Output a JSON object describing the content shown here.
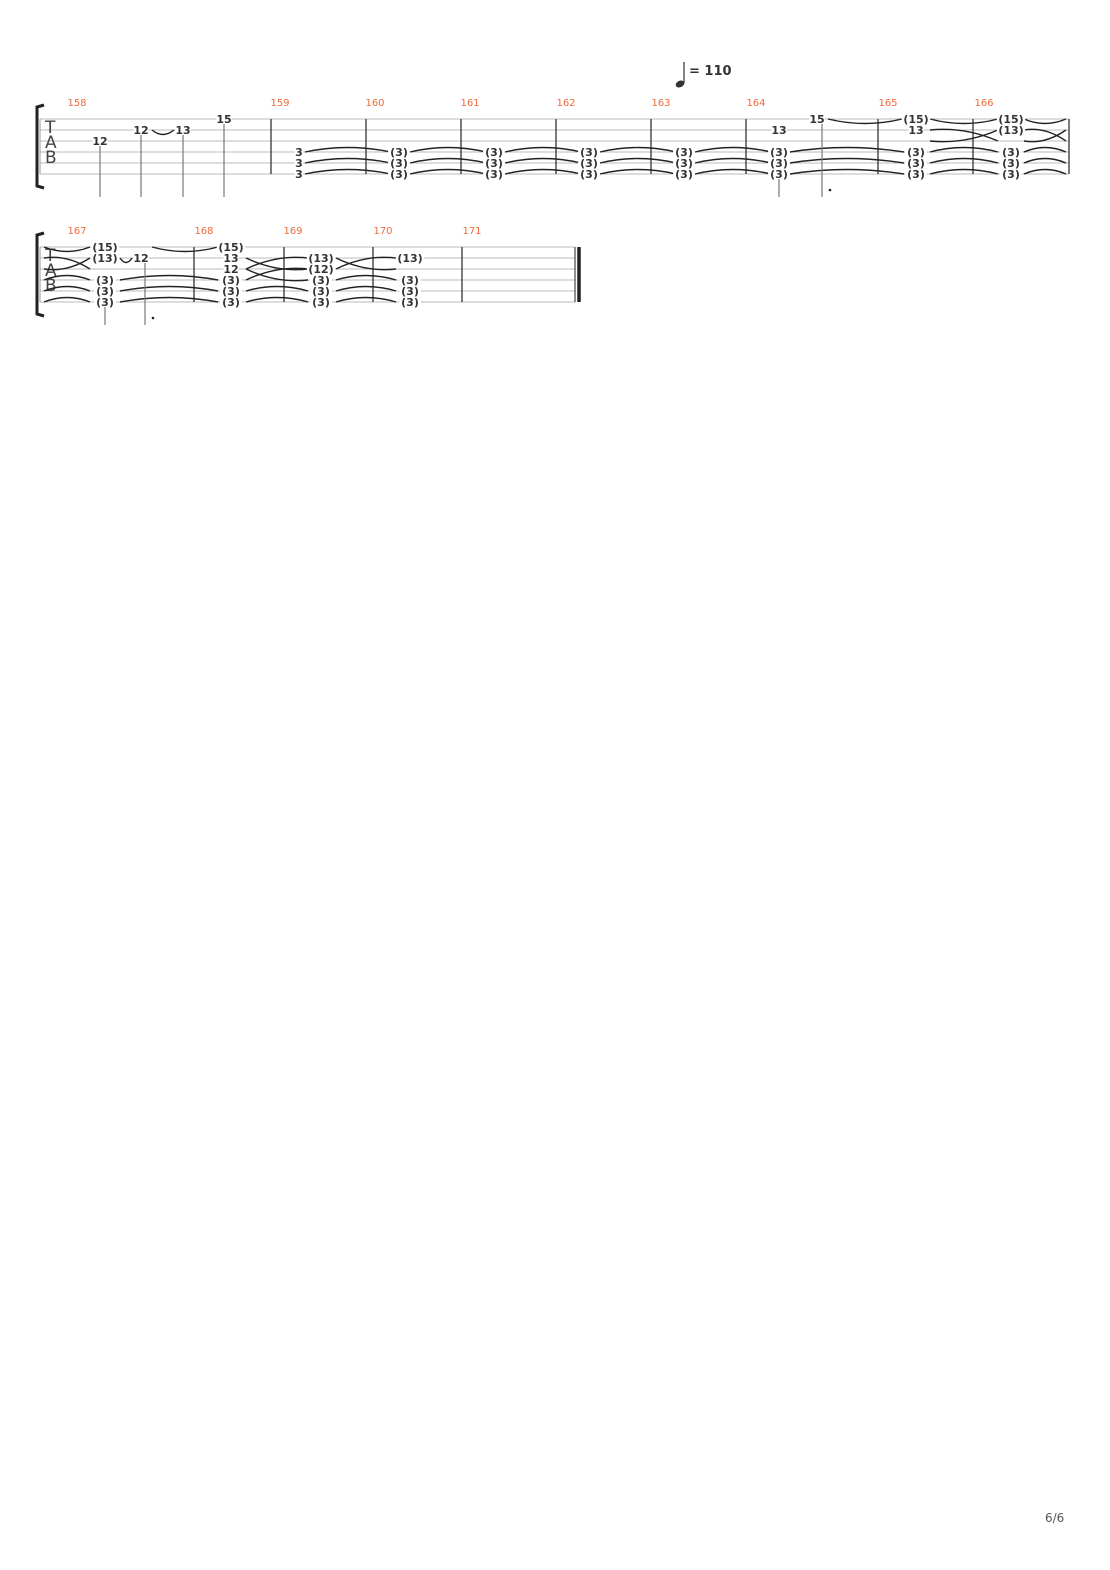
{
  "tempo": {
    "symbol": "quarter-note",
    "label": "= 110"
  },
  "tab_clef": [
    "T",
    "A",
    "B"
  ],
  "page_number": "6/6",
  "systems": [
    {
      "measures": [
        {
          "number": "158",
          "notes": [
            {
              "string": 3,
              "fret": "12"
            },
            {
              "string": 2,
              "fret": "12"
            },
            {
              "string": 2,
              "fret": "13"
            },
            {
              "string": 1,
              "fret": "15"
            }
          ]
        },
        {
          "number": "159",
          "notes": [
            {
              "string": 4,
              "fret": "3"
            },
            {
              "string": 5,
              "fret": "3"
            },
            {
              "string": 6,
              "fret": "3"
            }
          ]
        },
        {
          "number": "160",
          "notes": [
            {
              "string": 4,
              "fret": "(3)"
            },
            {
              "string": 5,
              "fret": "(3)"
            },
            {
              "string": 6,
              "fret": "(3)"
            }
          ]
        },
        {
          "number": "161",
          "notes": [
            {
              "string": 4,
              "fret": "(3)"
            },
            {
              "string": 5,
              "fret": "(3)"
            },
            {
              "string": 6,
              "fret": "(3)"
            }
          ]
        },
        {
          "number": "162",
          "notes": [
            {
              "string": 4,
              "fret": "(3)"
            },
            {
              "string": 5,
              "fret": "(3)"
            },
            {
              "string": 6,
              "fret": "(3)"
            }
          ]
        },
        {
          "number": "163",
          "notes": [
            {
              "string": 4,
              "fret": "(3)"
            },
            {
              "string": 5,
              "fret": "(3)"
            },
            {
              "string": 6,
              "fret": "(3)"
            }
          ]
        },
        {
          "number": "164",
          "notes": [
            {
              "string": 2,
              "fret": "13"
            },
            {
              "string": 4,
              "fret": "(3)"
            },
            {
              "string": 5,
              "fret": "(3)"
            },
            {
              "string": 6,
              "fret": "(3)"
            },
            {
              "string": 1,
              "fret": "15"
            }
          ]
        },
        {
          "number": "165",
          "notes": [
            {
              "string": 1,
              "fret": "(15)"
            },
            {
              "string": 2,
              "fret": "13"
            },
            {
              "string": 4,
              "fret": "(3)"
            },
            {
              "string": 5,
              "fret": "(3)"
            },
            {
              "string": 6,
              "fret": "(3)"
            }
          ]
        },
        {
          "number": "166",
          "notes": [
            {
              "string": 1,
              "fret": "(15)"
            },
            {
              "string": 2,
              "fret": "(13)"
            },
            {
              "string": 4,
              "fret": "(3)"
            },
            {
              "string": 5,
              "fret": "(3)"
            },
            {
              "string": 6,
              "fret": "(3)"
            }
          ]
        }
      ]
    },
    {
      "measures": [
        {
          "number": "167",
          "notes": [
            {
              "string": 1,
              "fret": "(15)"
            },
            {
              "string": 2,
              "fret": "(13)"
            },
            {
              "string": 4,
              "fret": "(3)"
            },
            {
              "string": 5,
              "fret": "(3)"
            },
            {
              "string": 6,
              "fret": "(3)"
            },
            {
              "string": 2,
              "fret": "12"
            }
          ]
        },
        {
          "number": "168",
          "notes": [
            {
              "string": 1,
              "fret": "(15)"
            },
            {
              "string": 2,
              "fret": "13"
            },
            {
              "string": 3,
              "fret": "12"
            },
            {
              "string": 4,
              "fret": "(3)"
            },
            {
              "string": 5,
              "fret": "(3)"
            },
            {
              "string": 6,
              "fret": "(3)"
            }
          ]
        },
        {
          "number": "169",
          "notes": [
            {
              "string": 2,
              "fret": "(13)"
            },
            {
              "string": 3,
              "fret": "(12)"
            },
            {
              "string": 4,
              "fret": "(3)"
            },
            {
              "string": 5,
              "fret": "(3)"
            },
            {
              "string": 6,
              "fret": "(3)"
            }
          ]
        },
        {
          "number": "170",
          "notes": [
            {
              "string": 2,
              "fret": "(13)"
            },
            {
              "string": 4,
              "fret": "(3)"
            },
            {
              "string": 5,
              "fret": "(3)"
            },
            {
              "string": 6,
              "fret": "(3)"
            }
          ]
        },
        {
          "number": "171",
          "notes": []
        }
      ]
    }
  ]
}
